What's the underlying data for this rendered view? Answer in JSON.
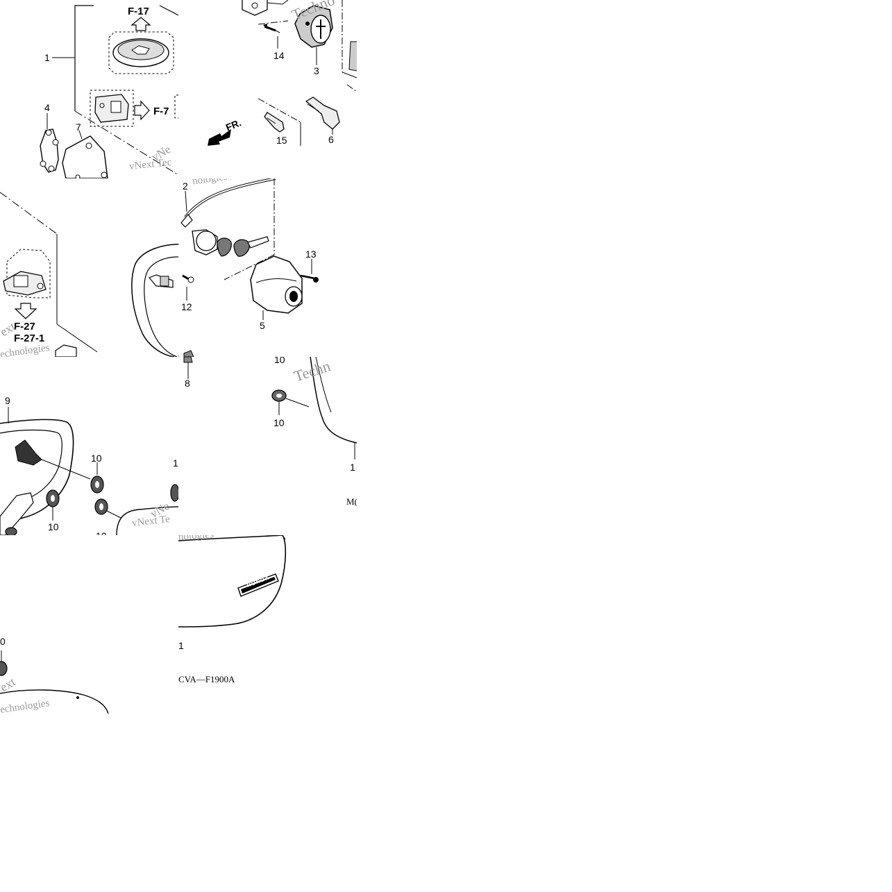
{
  "references": {
    "f17": "F-17",
    "f7": "F-7",
    "f27": "F-27",
    "f27_1": "F-27-1"
  },
  "direction_label": "FR.",
  "part_labels": {
    "p1": "1",
    "p2": "2",
    "p3": "3",
    "p4": "4",
    "p5": "5",
    "p6": "6",
    "p7": "7",
    "p8": "8",
    "p9": "9",
    "p10_a": "10",
    "p10_b": "10",
    "p10_c": "10",
    "p10_d": "10",
    "p10_e": "10",
    "p10_f": "10",
    "p10_g": "0",
    "p11_a": "1",
    "p11_b": "1",
    "p11_c": "1",
    "p12": "12",
    "p13": "13",
    "p14": "14",
    "p15": "15",
    "p_mo": "M("
  },
  "watermarks": {
    "w1": "Techno",
    "w2": "vNext Tec",
    "w3": "vNe",
    "w4": "nologies",
    "w5": "ext",
    "w6": "echnologies",
    "w7": "Techn",
    "w8": "vNe",
    "w9": "vNext Te",
    "w10": "nologies",
    "w11": "ext",
    "w12": "echnologies"
  },
  "diagram_code": "CVA—F1900A",
  "emblem_text": "HONDA"
}
